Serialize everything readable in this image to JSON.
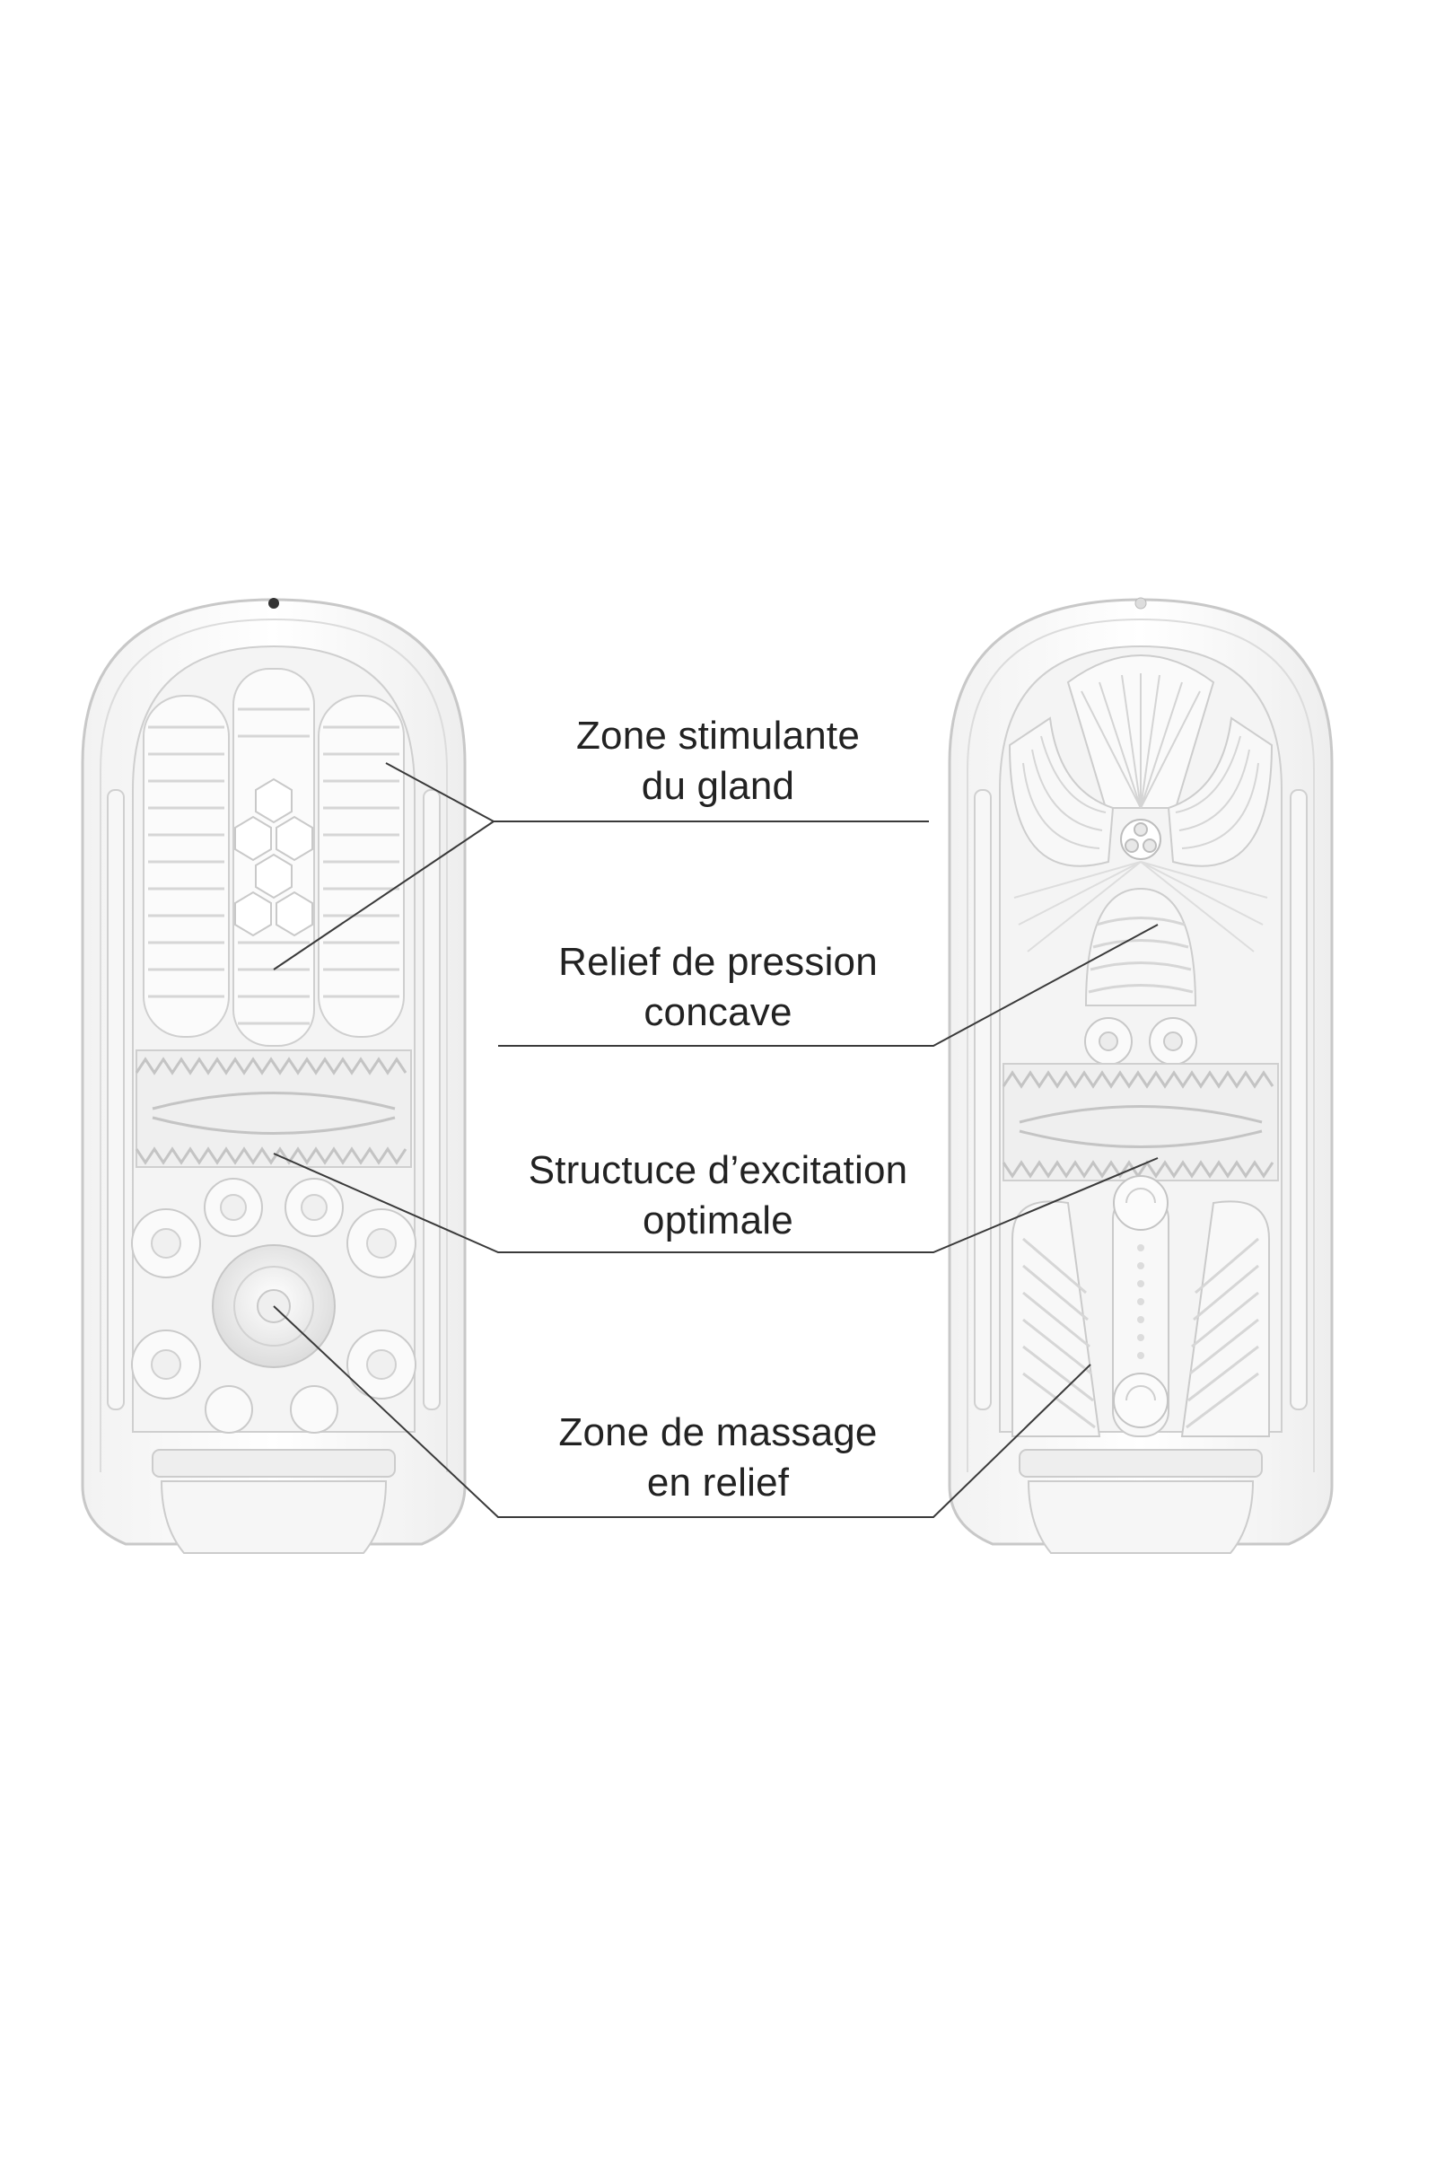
{
  "labels": [
    {
      "line1": "Zone stimulante",
      "line2": "du gland"
    },
    {
      "line1": "Relief de pression",
      "line2": "concave"
    },
    {
      "line1": "Structuce d’excitation",
      "line2": "optimale"
    },
    {
      "line1": "Zone de massage",
      "line2": "en relief"
    }
  ],
  "colors": {
    "background": "#ffffff",
    "leader_line": "#3a3a3a",
    "device_outline": "#c8c8c8",
    "device_shade": "#e4e4e4",
    "label_text": "#222222"
  },
  "icons": [
    "left-device-cutaway-illustration",
    "right-device-cutaway-illustration"
  ]
}
